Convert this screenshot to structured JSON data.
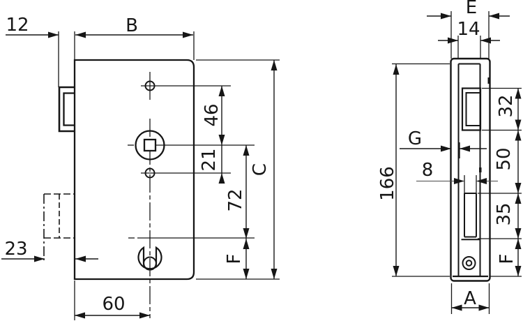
{
  "drawing": {
    "type": "technical-drawing",
    "subject": "mortise gate lock, two orthographic views",
    "colors": {
      "ink": "#161616",
      "background": "#ffffff",
      "thin_line": "#4a4a4a"
    }
  },
  "front_view": {
    "labels": {
      "n12": "12",
      "nB": "B",
      "n46": "46",
      "n21": "21",
      "n72": "72",
      "nF": "F",
      "nC": "C",
      "n23": "23",
      "n60": "60"
    }
  },
  "side_view": {
    "labels": {
      "nE": "E",
      "n14": "14",
      "nG": "G",
      "n8": "8",
      "n166": "166",
      "n32": "32",
      "n50": "50",
      "n35": "35",
      "nF": "F",
      "nA": "A"
    }
  }
}
